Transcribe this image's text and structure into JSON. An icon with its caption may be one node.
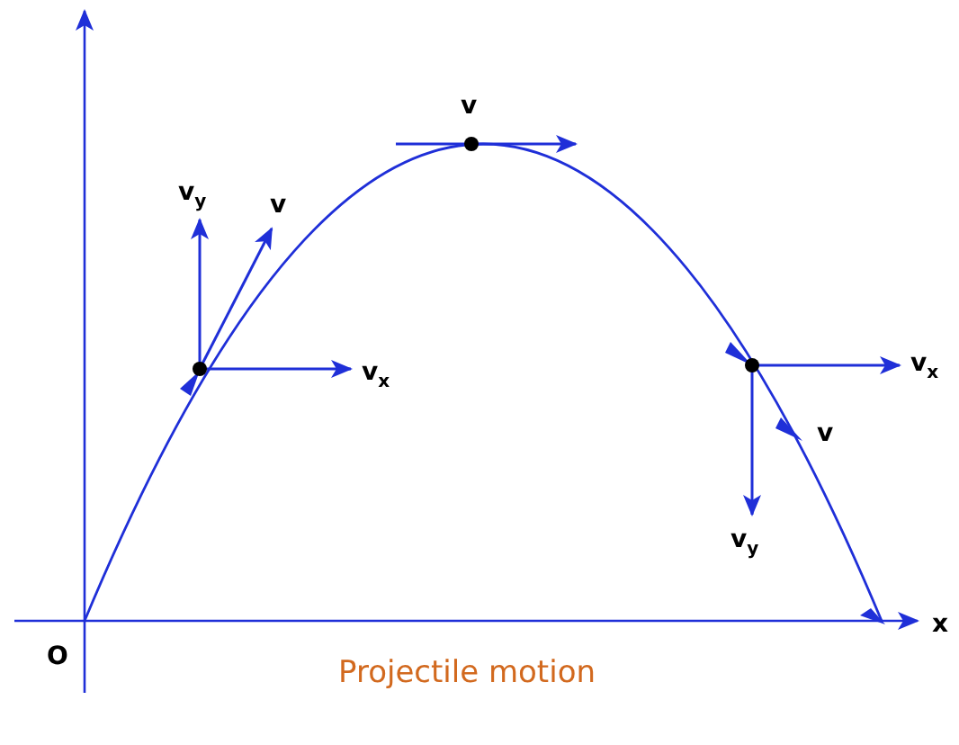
{
  "diagram": {
    "caption": "Projectile motion",
    "labels": [
      "v",
      "v$_{y}$",
      "v",
      "v$_{x}$",
      "v$_{x}$",
      "v",
      "v$_{y}$",
      "x",
      "O"
    ]
  }
}
